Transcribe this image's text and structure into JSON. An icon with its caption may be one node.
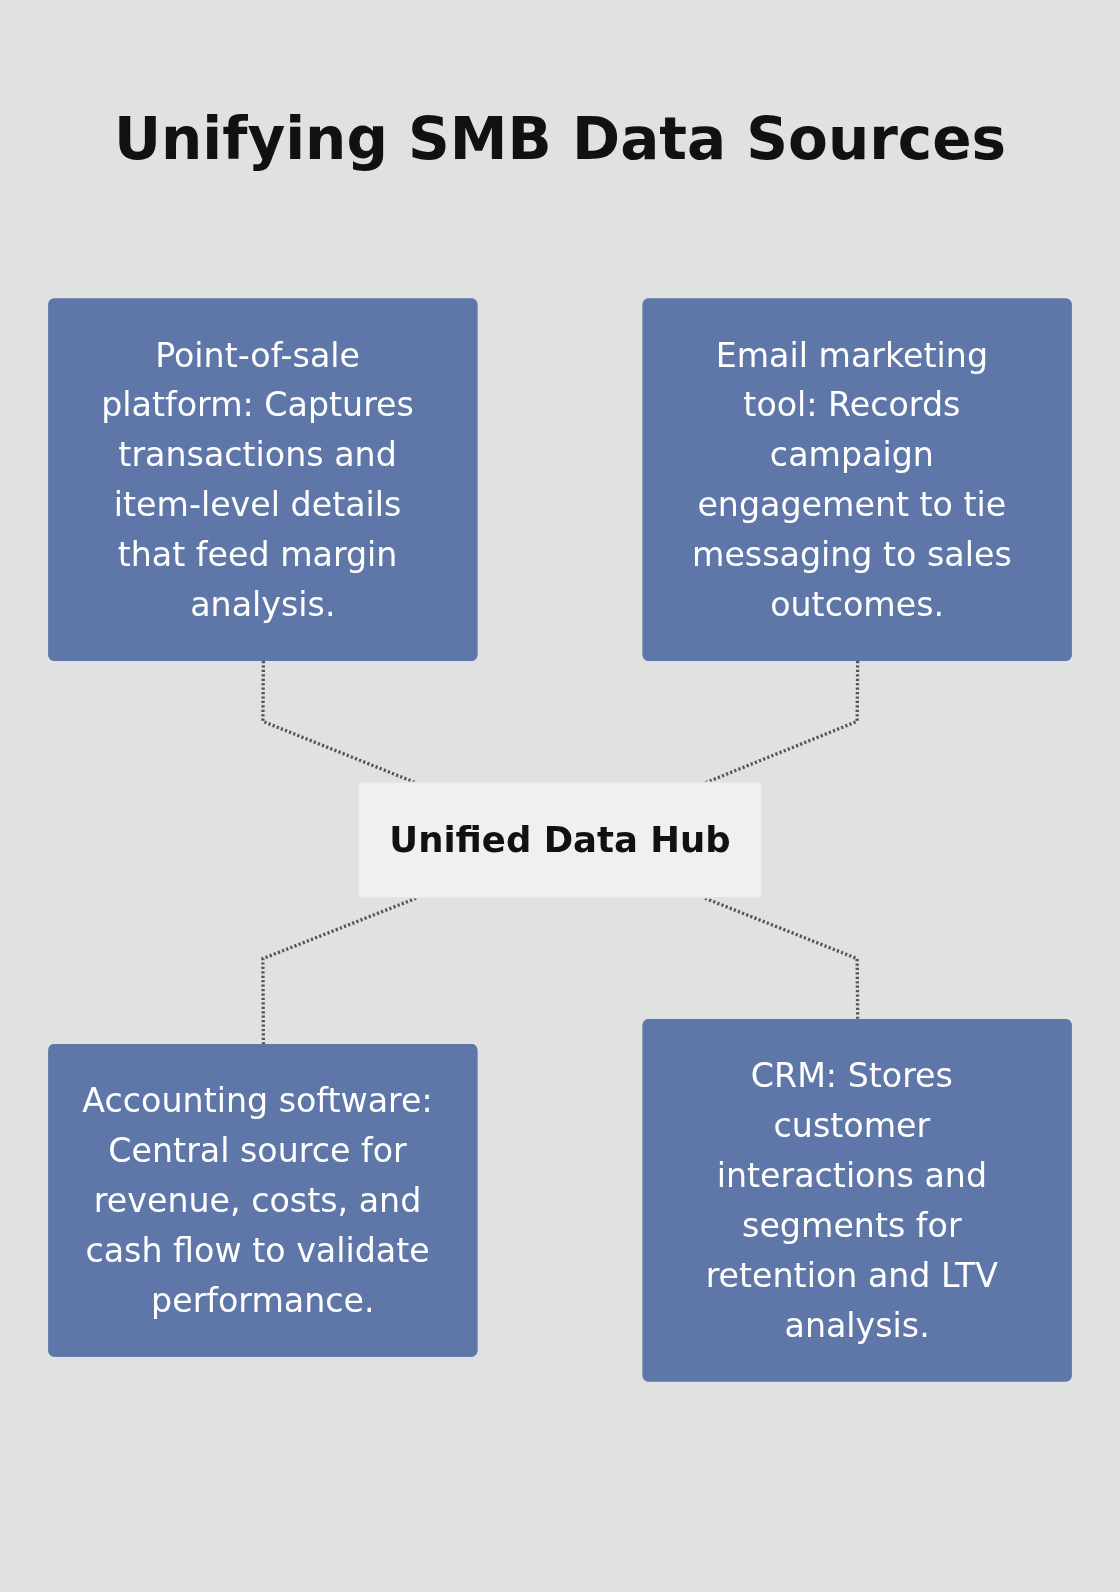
{
  "diagram": {
    "title": "Unifying SMB Data Sources",
    "nodes": [
      {
        "text": [
          "Point-of-sale platform: Captures transactions and item-level details that feed margin analysis."
        ]
      },
      {
        "text": [
          "Email marketing tool: Records campaign engagement to tie messaging to sales outcomes."
        ]
      },
      {
        "text": [
          "Unified Data Hub"
        ]
      },
      {
        "text": [
          "Accounting software: Central source for revenue, costs, and cash flow to validate performance."
        ]
      },
      {
        "text": [
          "CRM: Stores customer interactions and segments for retention and LTV analysis."
        ]
      }
    ],
    "edges": [
      {
        "from": 0,
        "to": 2,
        "arrow": "none",
        "style": "dashed"
      },
      {
        "from": 1,
        "to": 2,
        "arrow": "none",
        "style": "dashed"
      },
      {
        "from": 2,
        "to": 3,
        "arrow": "none",
        "style": "dashed"
      },
      {
        "from": 2,
        "to": 4,
        "arrow": "none",
        "style": "dashed"
      }
    ]
  }
}
